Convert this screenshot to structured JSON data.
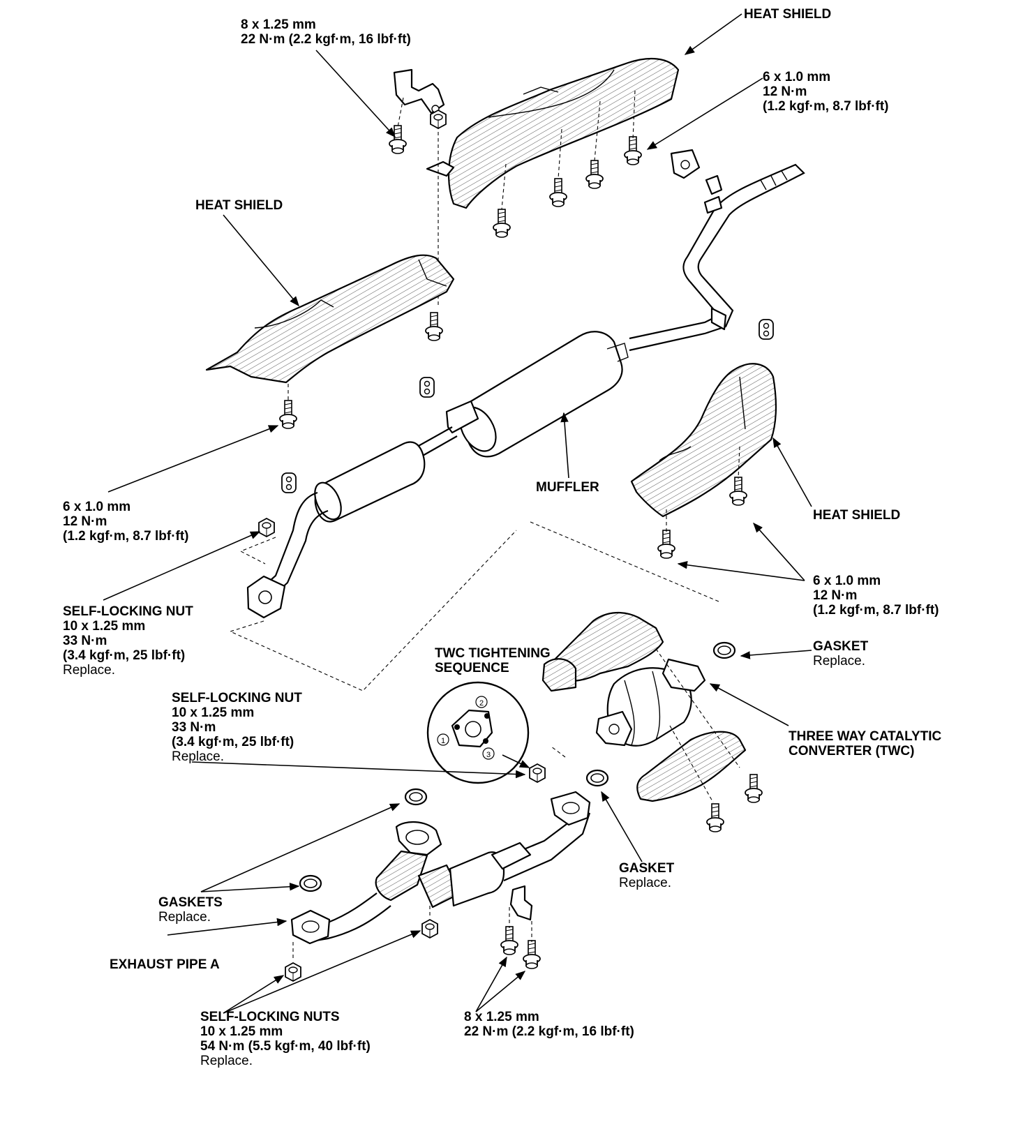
{
  "labels": {
    "heat_shield_top": {
      "title": "HEAT SHIELD"
    },
    "bolt_top_left": {
      "size": "8 x 1.25 mm",
      "torque": "22 N·m (2.2 kgf·m, 16 lbf·ft)"
    },
    "bolt_top_right": {
      "size": "6 x 1.0 mm",
      "torque": "12 N·m",
      "torque2": "(1.2 kgf·m, 8.7 lbf·ft)"
    },
    "heat_shield_mid": {
      "title": "HEAT SHIELD"
    },
    "bolt_left_mid": {
      "size": "6 x 1.0 mm",
      "torque": "12 N·m",
      "torque2": "(1.2 kgf·m, 8.7 lbf·ft)"
    },
    "muffler": {
      "title": "MUFFLER"
    },
    "heat_shield_right": {
      "title": "HEAT SHIELD"
    },
    "bolt_right_mid": {
      "size": "6 x 1.0 mm",
      "torque": "12 N·m",
      "torque2": "(1.2 kgf·m, 8.7 lbf·ft)"
    },
    "nut_left": {
      "title": "SELF-LOCKING NUT",
      "size": "10 x 1.25 mm",
      "torque": "33 N·m",
      "torque2": "(3.4 kgf·m, 25 lbf·ft)",
      "note": "Replace."
    },
    "gasket_right": {
      "title": "GASKET",
      "note": "Replace."
    },
    "twc_sequence": {
      "title": "TWC TIGHTENING",
      "title2": "SEQUENCE",
      "seq1": "1",
      "seq2": "2",
      "seq3": "3"
    },
    "nut_center": {
      "title": "SELF-LOCKING NUT",
      "size": "10 x 1.25 mm",
      "torque": "33 N·m",
      "torque2": "(3.4 kgf·m, 25 lbf·ft)",
      "note": "Replace."
    },
    "twc": {
      "title": "THREE WAY CATALYTIC",
      "title2": "CONVERTER (TWC)"
    },
    "gaskets": {
      "title": "GASKETS",
      "note": "Replace."
    },
    "gasket_center": {
      "title": "GASKET",
      "note": "Replace."
    },
    "exhaust_pipe_a": {
      "title": "EXHAUST PIPE A"
    },
    "nuts_bottom": {
      "title": "SELF-LOCKING NUTS",
      "size": "10 x 1.25 mm",
      "torque": "54 N·m (5.5 kgf·m, 40 lbf·ft)",
      "note": "Replace."
    },
    "bolt_bottom": {
      "size": "8 x 1.25 mm",
      "torque": "22 N·m (2.2 kgf·m, 16 lbf·ft)"
    }
  }
}
